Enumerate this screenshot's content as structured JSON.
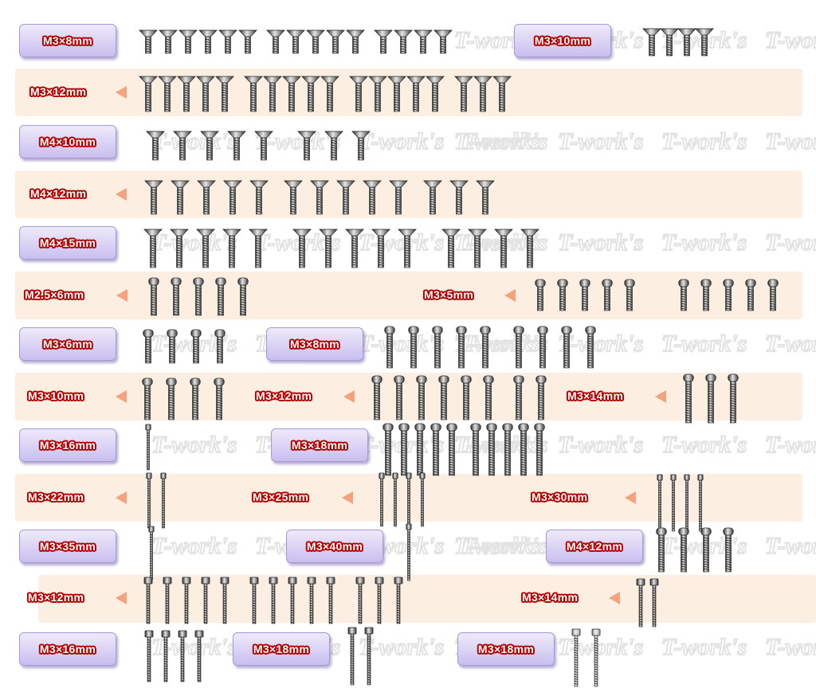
{
  "watermark": "T-work's",
  "colors": {
    "band": "#fdeee2",
    "pill": "#d9d1f5",
    "label_text": "#ffffff",
    "label_outline": "#b30000",
    "arrow": "#f5a27e",
    "screw_dark": "#3a3a3a",
    "screw_light": "#c8c8c8"
  },
  "labels": {
    "r1_a": "M3×8mm",
    "r1_b": "M3×10mm",
    "r2_a": "M3×12mm",
    "r3_a": "M4×10mm",
    "r4_a": "M4×12mm",
    "r5_a": "M4×15mm",
    "r6_a": "M2.5×6mm",
    "r6_b": "M3×5mm",
    "r7_a": "M3×6mm",
    "r7_b": "M3×8mm",
    "r8_a": "M3×10mm",
    "r8_b": "M3×12mm",
    "r8_c": "M3×14mm",
    "r9_a": "M3×16mm",
    "r9_b": "M3×18mm",
    "r10_a": "M3×22mm",
    "r10_b": "M3×25mm",
    "r10_c": "M3×30mm",
    "r11_a": "M3×35mm",
    "r11_b": "M3×40mm",
    "r11_c": "M4×12mm",
    "r12_a": "M3×12mm",
    "r12_b": "M3×14mm",
    "r13_a": "M3×16mm",
    "r13_b": "M3×18mm",
    "r13_c": "M3×18mm"
  },
  "screw_groups": [
    {
      "name": "m3x8-flat",
      "count": 15,
      "head": "flat",
      "length_mm": 8
    },
    {
      "name": "m3x10-flat",
      "count": 4,
      "head": "flat",
      "length_mm": 10
    },
    {
      "name": "m3x12-flat",
      "count": 18,
      "head": "flat",
      "length_mm": 12
    },
    {
      "name": "m4x10-flat",
      "count": 8,
      "head": "flat",
      "length_mm": 10
    },
    {
      "name": "m4x12-flat",
      "count": 13,
      "head": "flat",
      "length_mm": 12
    },
    {
      "name": "m4x15-flat",
      "count": 14,
      "head": "flat",
      "length_mm": 15
    },
    {
      "name": "m2.5x6-button",
      "count": 5,
      "head": "button",
      "length_mm": 6
    },
    {
      "name": "m3x5-button",
      "count": 10,
      "head": "button",
      "length_mm": 5
    },
    {
      "name": "m3x6-button",
      "count": 4,
      "head": "button",
      "length_mm": 6
    },
    {
      "name": "m3x8-button",
      "count": 9,
      "head": "button",
      "length_mm": 8
    },
    {
      "name": "m3x10-button",
      "count": 4,
      "head": "button",
      "length_mm": 10
    },
    {
      "name": "m3x12-button",
      "count": 8,
      "head": "button",
      "length_mm": 12
    },
    {
      "name": "m3x14-button",
      "count": 3,
      "head": "button",
      "length_mm": 14
    },
    {
      "name": "m3x16-cap",
      "count": 1,
      "head": "cap",
      "length_mm": 16
    },
    {
      "name": "m3x18-button",
      "count": 10,
      "head": "button",
      "length_mm": 18
    },
    {
      "name": "m3x22-cap",
      "count": 2,
      "head": "cap",
      "length_mm": 22
    },
    {
      "name": "m3x25-cap",
      "count": 4,
      "head": "cap",
      "length_mm": 25
    },
    {
      "name": "m3x30-cap",
      "count": 4,
      "head": "cap",
      "length_mm": 30
    },
    {
      "name": "m3x35-cap",
      "count": 1,
      "head": "cap",
      "length_mm": 35
    },
    {
      "name": "m3x40-cap",
      "count": 1,
      "head": "cap",
      "length_mm": 40
    },
    {
      "name": "m4x12-button",
      "count": 4,
      "head": "button",
      "length_mm": 12
    },
    {
      "name": "m3x12-flange",
      "count": 13,
      "head": "flange",
      "length_mm": 12
    },
    {
      "name": "m3x14-flange",
      "count": 2,
      "head": "flange",
      "length_mm": 14
    },
    {
      "name": "m3x16-flange",
      "count": 4,
      "head": "flange",
      "length_mm": 16
    },
    {
      "name": "m3x18-flange",
      "count": 2,
      "head": "flange",
      "length_mm": 18
    },
    {
      "name": "m3x18-flange-silver",
      "count": 2,
      "head": "flange",
      "length_mm": 18
    }
  ]
}
